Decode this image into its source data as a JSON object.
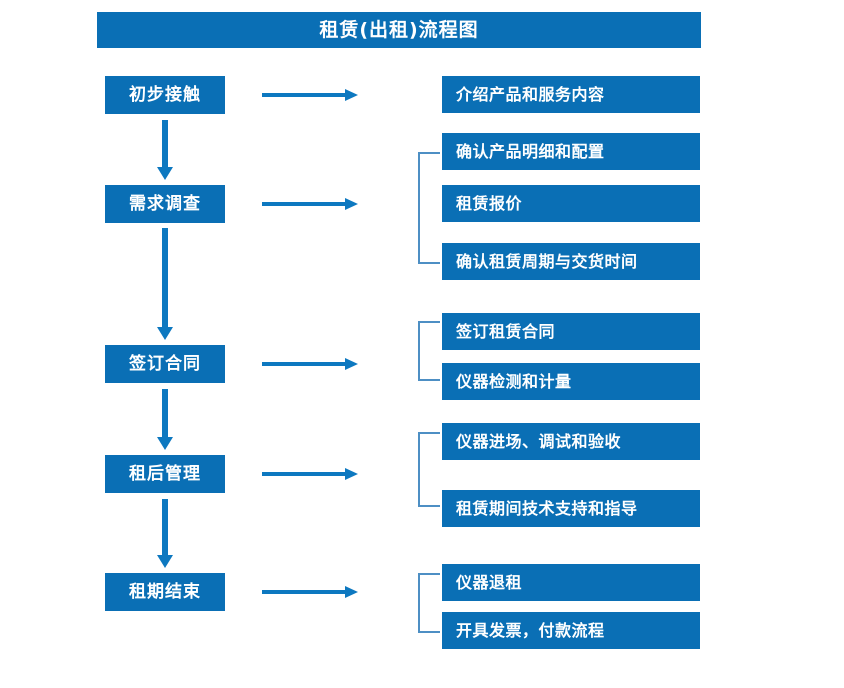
{
  "title": "租赁(出租)流程图",
  "colors": {
    "box_blue": "#0a6fb5",
    "arrow_blue": "#0d78c0",
    "bracket_blue": "#4d8fc4",
    "text_white": "#ffffff",
    "background": "#ffffff"
  },
  "stages": [
    {
      "label": "初步接触"
    },
    {
      "label": "需求调查"
    },
    {
      "label": "签订合同"
    },
    {
      "label": "租后管理"
    },
    {
      "label": "租期结束"
    }
  ],
  "details": {
    "group1": [
      {
        "label": "介绍产品和服务内容"
      }
    ],
    "group2": [
      {
        "label": "确认产品明细和配置"
      },
      {
        "label": "租赁报价"
      },
      {
        "label": "确认租赁周期与交货时间"
      }
    ],
    "group3": [
      {
        "label": "签订租赁合同"
      },
      {
        "label": "仪器检测和计量"
      }
    ],
    "group4": [
      {
        "label": "仪器进场、调试和验收"
      },
      {
        "label": "租赁期间技术支持和指导"
      }
    ],
    "group5": [
      {
        "label": "仪器退租"
      },
      {
        "label": "开具发票，付款流程"
      }
    ]
  },
  "connectors": {
    "horizontal_arrow_icon": "arrow-right-icon",
    "vertical_arrow_icon": "arrow-down-icon",
    "bracket_icon": "bracket-left-icon"
  }
}
